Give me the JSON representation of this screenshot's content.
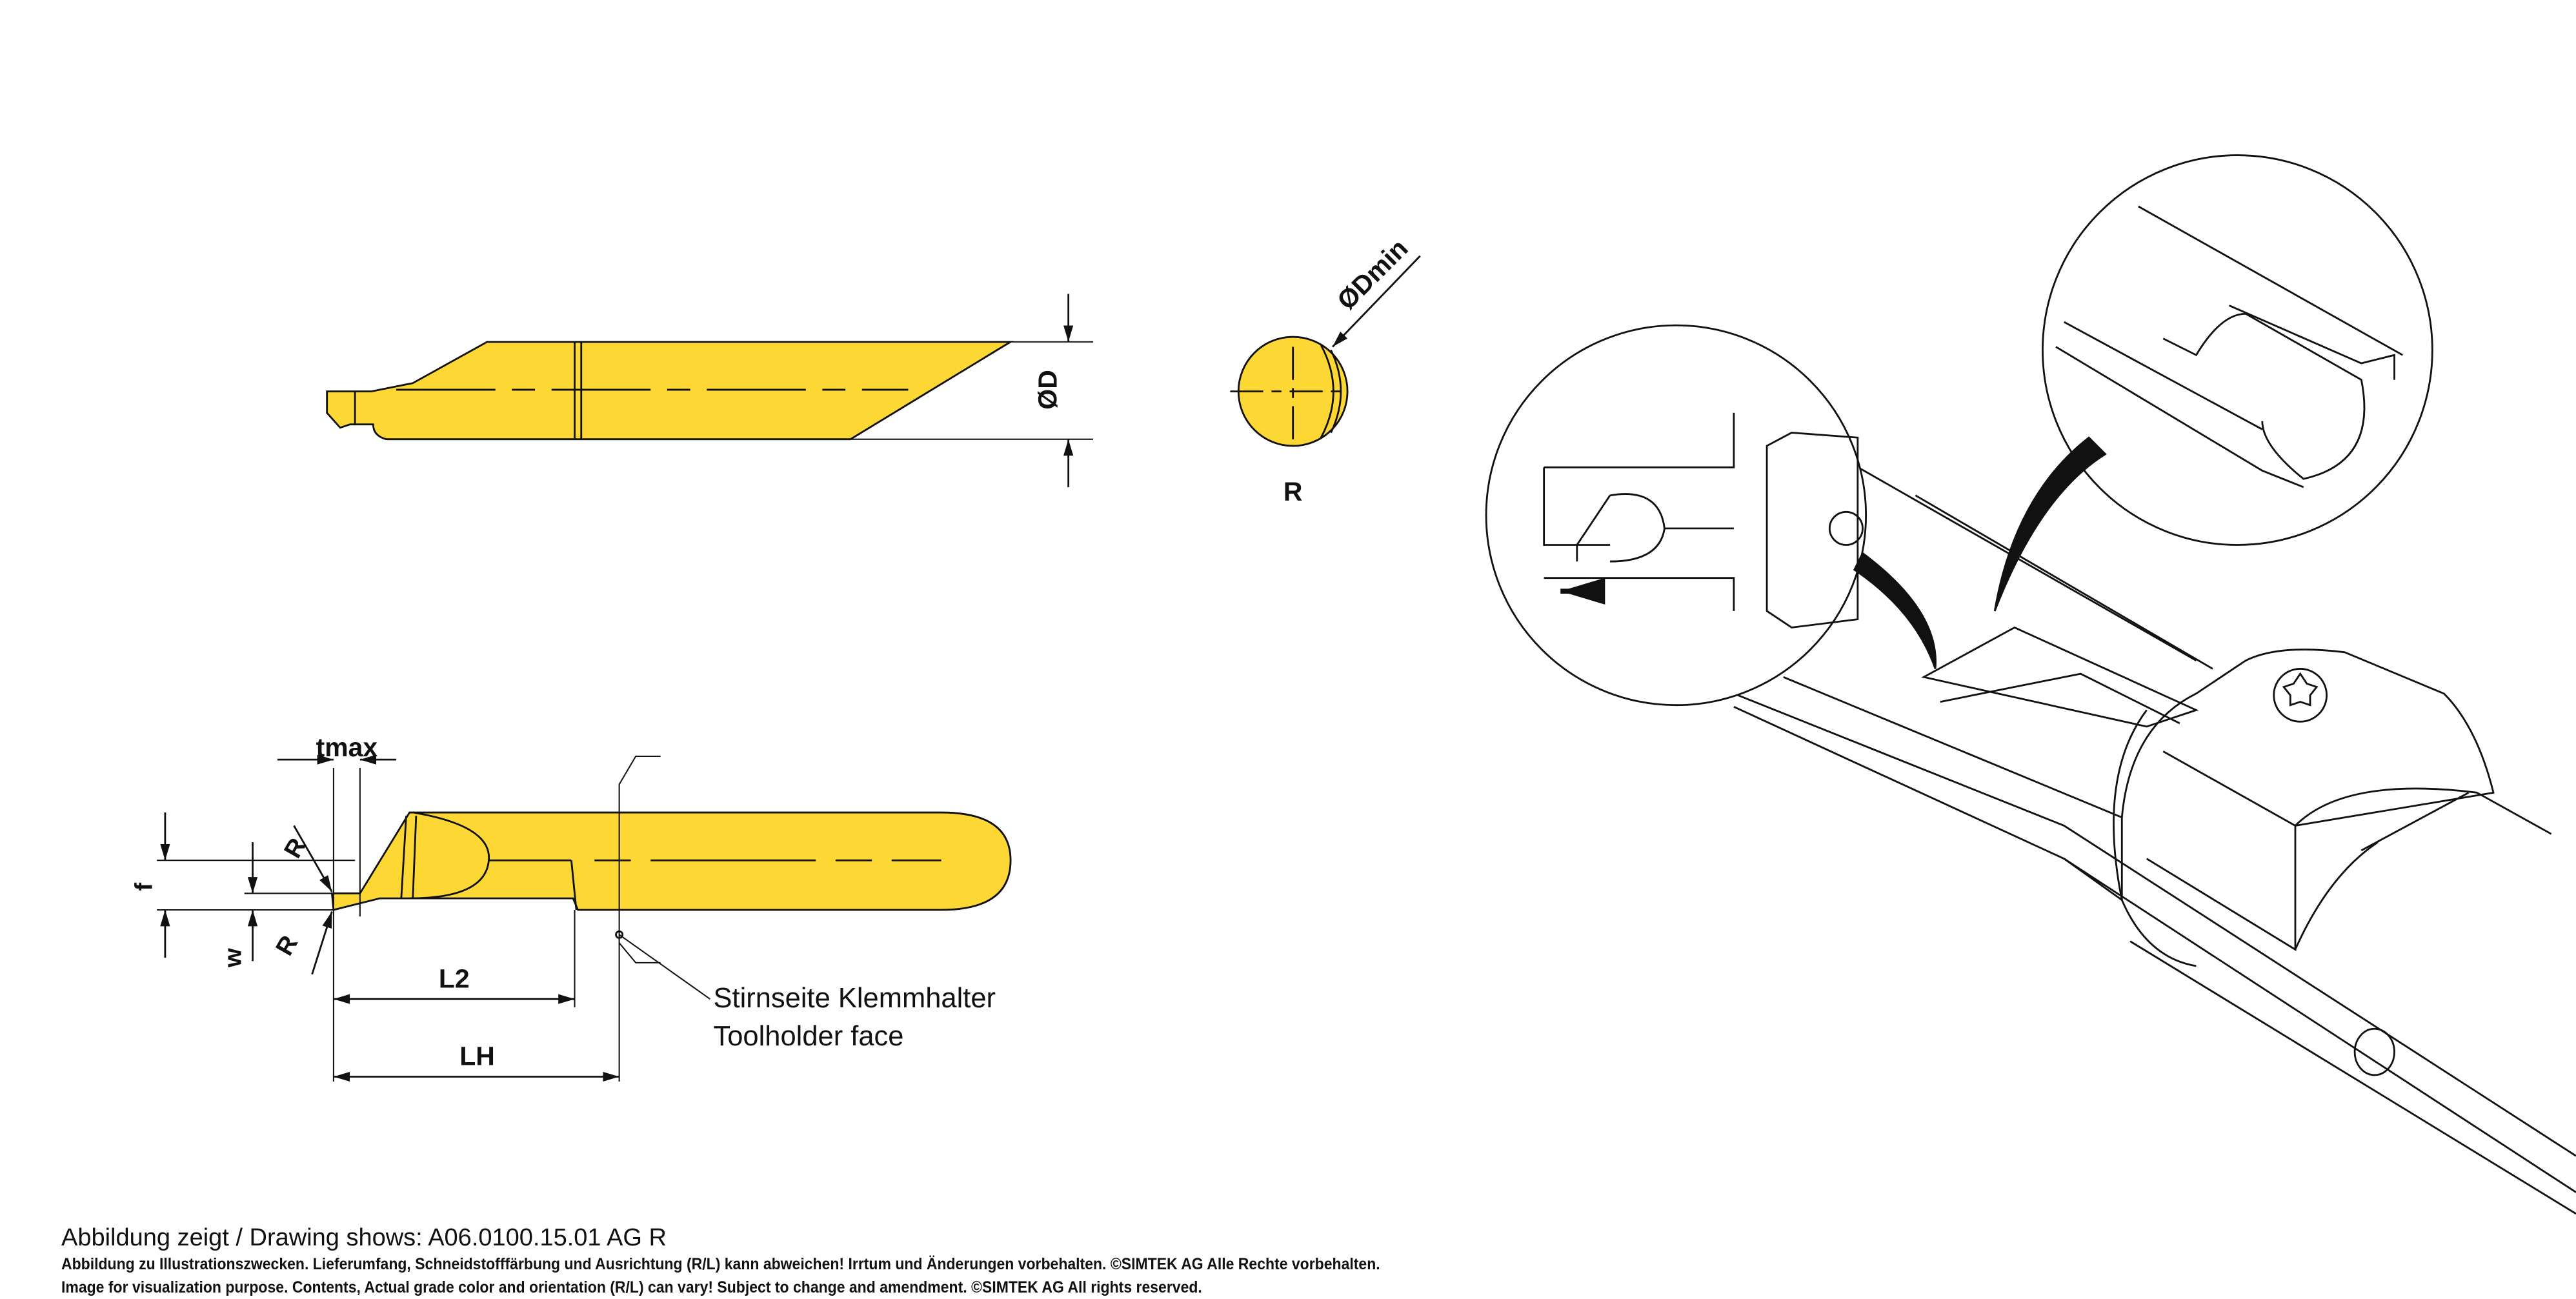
{
  "colors": {
    "tool_yellow": "#FDD835",
    "line": "#111111"
  },
  "top_view": {
    "dim_diameter": "ØD"
  },
  "end_view": {
    "dim_min_diameter": "ØDmin",
    "orientation": "R"
  },
  "side_view": {
    "dim_tmax": "tmax",
    "dim_f": "f",
    "dim_w": "w",
    "dim_radius_top": "R",
    "dim_radius_bottom": "R",
    "dim_l2": "L2",
    "dim_lh": "LH",
    "callout_de": "Stirnseite Klemmhalter",
    "callout_en": "Toolholder face"
  },
  "footer": {
    "drawing_shows": "Abbildung zeigt / Drawing shows: A06.0100.15.01 AG R",
    "disclaimer_de": "Abbildung zu Illustrationszwecken. Lieferumfang, Schneidstofffärbung und Ausrichtung (R/L) kann abweichen! Irrtum und Änderungen vorbehalten. ©SIMTEK AG Alle Rechte vorbehalten.",
    "disclaimer_en": "Image for visualization purpose. Contents, Actual grade color and orientation (R/L) can vary! Subject to change and amendment. ©SIMTEK AG All rights reserved."
  }
}
